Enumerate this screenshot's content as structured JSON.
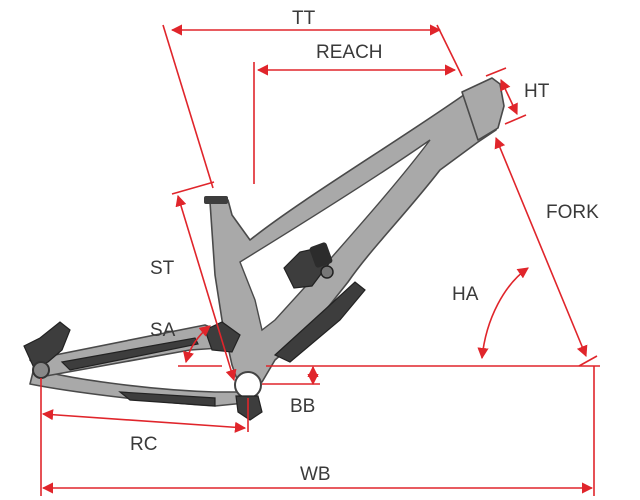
{
  "labels": {
    "tt": "TT",
    "reach": "REACH",
    "ht": "HT",
    "fork": "FORK",
    "st": "ST",
    "ha": "HA",
    "sa": "SA",
    "bb": "BB",
    "rc": "RC",
    "wb": "WB"
  },
  "colors": {
    "dimension": "#e0252b",
    "frame": "#a9a9a9",
    "frame_outline": "#4a4a4a",
    "label": "#3a3a3a"
  }
}
